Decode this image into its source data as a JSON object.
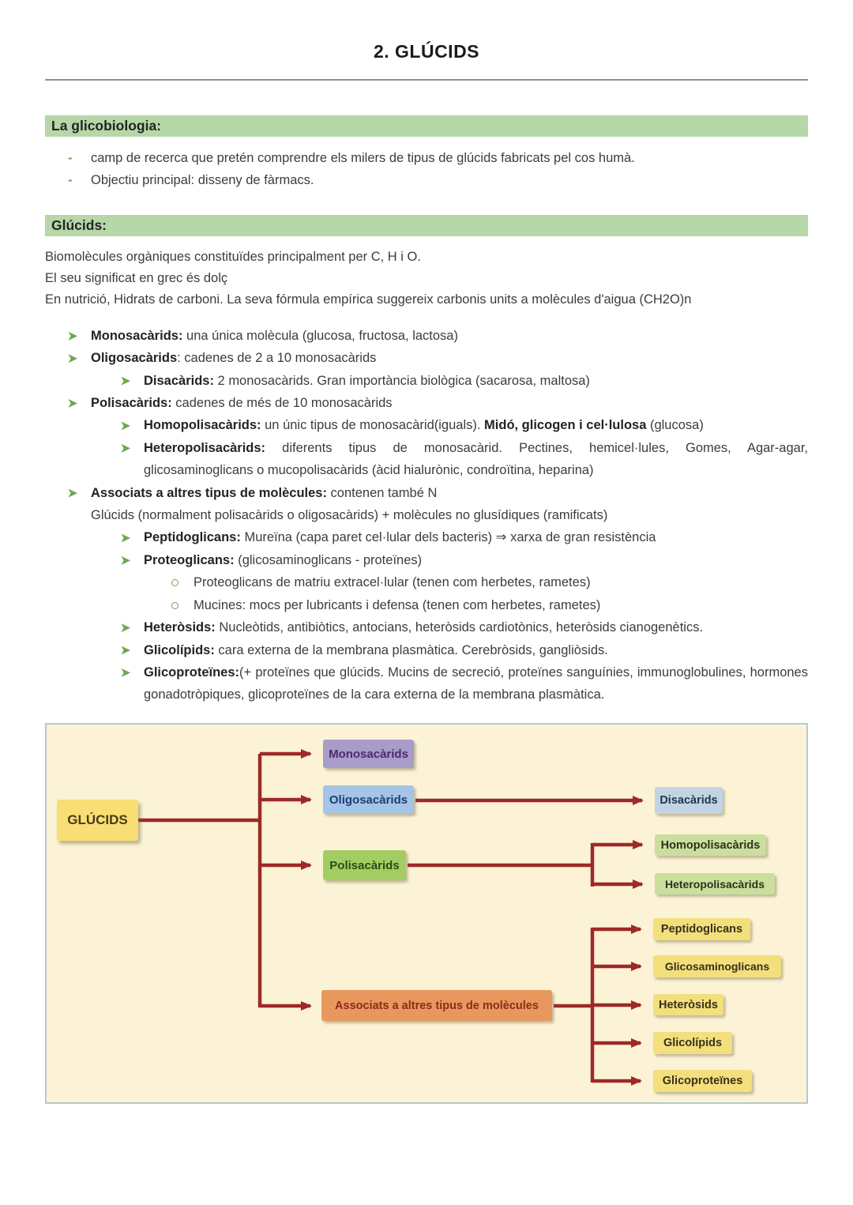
{
  "page": {
    "title": "2. GLÚCIDS"
  },
  "colors": {
    "banner_green": "#b6d7a8",
    "bullet_green": "#6aa84f",
    "text": "#3c3c3c",
    "bold_text": "#232323",
    "rule_gray": "#8f8f8f",
    "diagram_bg": "#fcf3d6",
    "diagram_border": "#b5cbcd",
    "arrow_red": "#9e2928"
  },
  "sections": {
    "glicobiologia": {
      "heading": "La glicobiologia:",
      "items": [
        {
          "level": 1,
          "marker": "dash",
          "segments": [
            {
              "t": "camp de recerca que pretén comprendre els milers de tipus de glúcids fabricats pel cos humà."
            }
          ]
        },
        {
          "level": 1,
          "marker": "dash",
          "segments": [
            {
              "t": "Objectiu principal: disseny de fàrmacs."
            }
          ]
        }
      ]
    },
    "glucids": {
      "heading": "Glúcids:",
      "paragraphs": [
        "Biomolècules orgàniques constituïdes principalment per C, H i O.",
        "El seu significat en grec és dolç",
        "En nutrició, Hidrats de carboni. La seva fórmula empírica suggereix carbonis units a molècules d'aigua (CH2O)n"
      ],
      "items": [
        {
          "level": 1,
          "marker": "arrow",
          "segments": [
            {
              "bold": true,
              "t": "Monosacàrids:"
            },
            {
              "t": " una única molècula (glucosa, fructosa, lactosa)"
            }
          ]
        },
        {
          "level": 1,
          "marker": "arrow",
          "segments": [
            {
              "bold": true,
              "t": "Oligosacàrids"
            },
            {
              "t": ": cadenes de 2 a 10 monosacàrids"
            }
          ]
        },
        {
          "level": 2,
          "marker": "arrow",
          "segments": [
            {
              "bold": true,
              "t": "Disacàrids:"
            },
            {
              "t": " 2 monosacàrids. Gran importància biològica (sacarosa, maltosa)"
            }
          ]
        },
        {
          "level": 1,
          "marker": "arrow",
          "segments": [
            {
              "bold": true,
              "t": "Polisacàrids:"
            },
            {
              "t": " cadenes de més de 10 monosacàrids"
            }
          ]
        },
        {
          "level": 2,
          "marker": "arrow",
          "segments": [
            {
              "bold": true,
              "t": "Homopolisacàrids:"
            },
            {
              "t": " un únic tipus de monosacàrid(iguals). "
            },
            {
              "bold": true,
              "t": "Midó, glicogen i cel·lulosa"
            },
            {
              "t": " (glucosa)"
            }
          ]
        },
        {
          "level": 2,
          "marker": "arrow",
          "justify": true,
          "segments": [
            {
              "bold": true,
              "t": "Heteropolisacàrids:"
            },
            {
              "t": " diferents tipus de monosacàrid. Pectines, hemicel·lules, Gomes, Agar-agar, glicosaminoglicans o mucopolisacàrids (àcid hialurònic, condroïtina, heparina)"
            }
          ]
        },
        {
          "level": 1,
          "marker": "arrow",
          "segments": [
            {
              "bold": true,
              "t": "Associats a altres tipus de molècules:"
            },
            {
              "t": " contenen també N"
            }
          ]
        },
        {
          "level": 1,
          "marker": "none",
          "segments": [
            {
              "t": "Glúcids (normalment polisacàrids o oligosacàrids) + molècules no glusídiques (ramificats)"
            }
          ]
        },
        {
          "level": 2,
          "marker": "arrow",
          "segments": [
            {
              "bold": true,
              "t": "Peptidoglicans:"
            },
            {
              "t": " Mureïna (capa paret cel·lular dels bacteris) ⇒ xarxa de gran resistència"
            }
          ]
        },
        {
          "level": 2,
          "marker": "arrow",
          "segments": [
            {
              "bold": true,
              "t": "Proteoglicans:"
            },
            {
              "t": " (glicosaminoglicans - proteïnes)"
            }
          ]
        },
        {
          "level": 3,
          "marker": "circle",
          "segments": [
            {
              "t": "Proteoglicans de matriu extracel·lular (tenen com herbetes, rametes)"
            }
          ]
        },
        {
          "level": 3,
          "marker": "circle",
          "segments": [
            {
              "t": "Mucines: mocs per lubricants i defensa (tenen com herbetes, rametes)"
            }
          ]
        },
        {
          "level": 2,
          "marker": "arrow",
          "segments": [
            {
              "bold": true,
              "t": "Heteròsids:"
            },
            {
              "t": " Nucleòtids, antibiòtics, antocians, heteròsids cardiotònics, heteròsids cianogenètics."
            }
          ]
        },
        {
          "level": 2,
          "marker": "arrow",
          "segments": [
            {
              "bold": true,
              "t": "Glicolípids:"
            },
            {
              "t": " cara externa de la membrana plasmàtica. Cerebròsids, gangliòsids."
            }
          ]
        },
        {
          "level": 2,
          "marker": "arrow",
          "justify": true,
          "segments": [
            {
              "bold": true,
              "t": "Glicoproteïnes:"
            },
            {
              "t": "(+ proteïnes que glúcids. Mucins de secreció, proteïnes sanguínies, immunoglobulines, hormones gonadotròpiques, glicoproteïnes de la cara externa de la membrana plasmàtica."
            }
          ]
        }
      ]
    }
  },
  "diagram": {
    "arrow_color": "#9e2928",
    "nodes": [
      {
        "id": "glucids",
        "label": "GLÚCIDS",
        "bg": "#f8df75",
        "color": "#4b3a13"
      },
      {
        "id": "monosacarids",
        "label": "Monosacàrids",
        "bg": "#a89cc8",
        "color": "#4c2a6e"
      },
      {
        "id": "oligosacarids",
        "label": "Oligosacàrids",
        "bg": "#a4c5e5",
        "color": "#1d3c78"
      },
      {
        "id": "polisacarids",
        "label": "Polisacàrids",
        "bg": "#a3cd62",
        "color": "#274d14"
      },
      {
        "id": "associats",
        "label": "Associats a altres tipus de molècules",
        "bg": "#e8985c",
        "color": "#8e2a1d"
      },
      {
        "id": "disacarids",
        "label": "Disacàrids",
        "bg": "#c2d4e3",
        "color": "#25364f"
      },
      {
        "id": "homopolisacarids",
        "label": "Homopolisacàrids",
        "bg": "#cadf9d",
        "color": "#2c331a"
      },
      {
        "id": "heteropolisacarids",
        "label": "Heteropolisacàrids",
        "bg": "#cadf9d",
        "color": "#2c331a"
      },
      {
        "id": "peptidoglicans",
        "label": "Peptidoglicans",
        "bg": "#f3df7c",
        "color": "#38301a"
      },
      {
        "id": "glicosaminoglicans",
        "label": "Glicosaminoglicans",
        "bg": "#f3df7c",
        "color": "#38301a"
      },
      {
        "id": "heterosids",
        "label": "Heteròsids",
        "bg": "#f3df7c",
        "color": "#38301a"
      },
      {
        "id": "glicolipids",
        "label": "Glicolípids",
        "bg": "#f3df7c",
        "color": "#38301a"
      },
      {
        "id": "glicoproteines",
        "label": "Glicoproteïnes",
        "bg": "#f3df7c",
        "color": "#38301a"
      }
    ]
  }
}
